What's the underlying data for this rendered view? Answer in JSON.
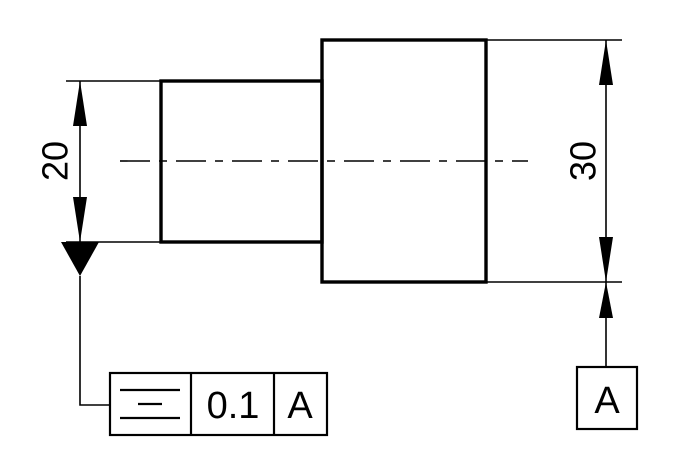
{
  "dimensions": {
    "small_diameter": "20",
    "large_diameter": "30"
  },
  "feature_control_frame": {
    "tolerance": "0.1",
    "datum_reference": "A",
    "symbol": "symmetry-icon"
  },
  "datum_label": "A"
}
